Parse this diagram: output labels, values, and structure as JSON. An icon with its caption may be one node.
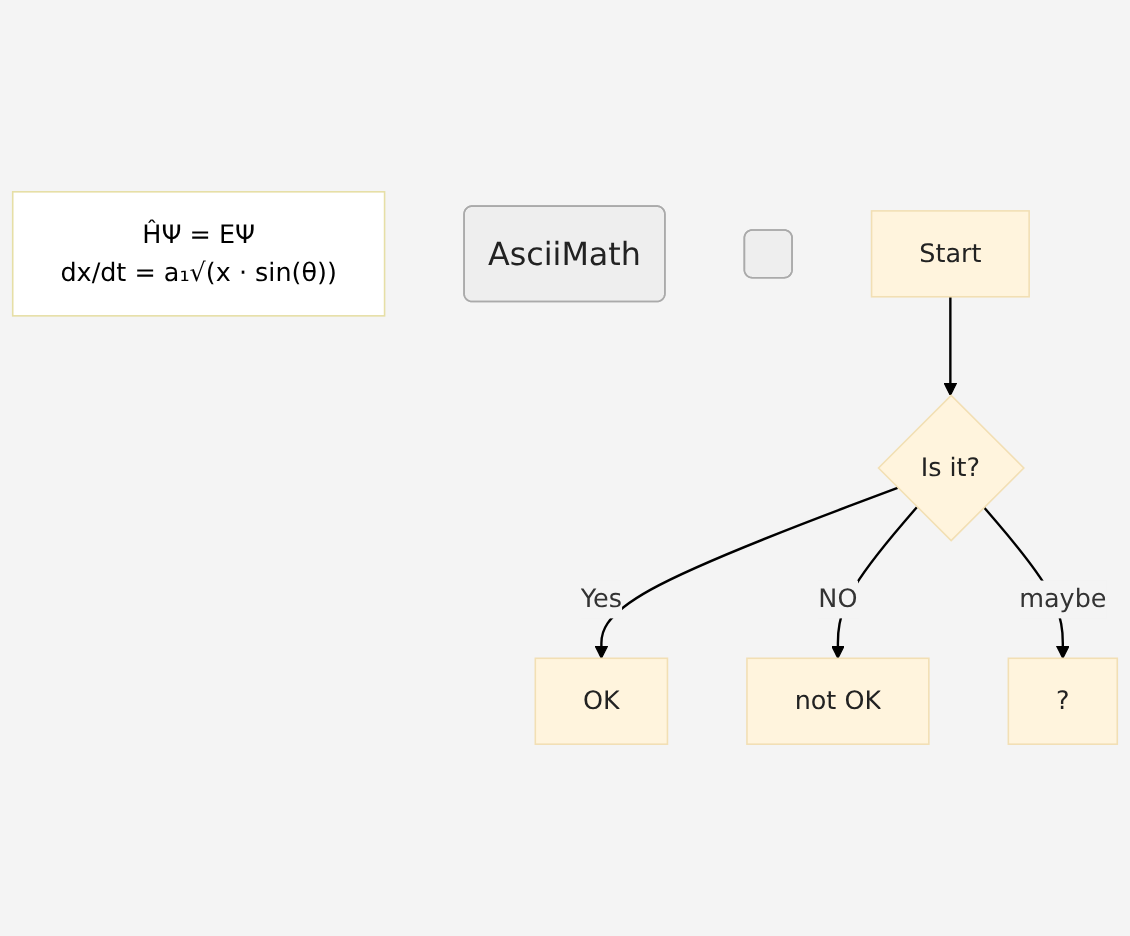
{
  "diagram": {
    "nodes": [
      {
        "text": [
          "ĤΨ = EΨ",
          "dx/dt = a₁√(x · sin(θ))"
        ]
      },
      {
        "text": [
          "AsciiMath"
        ]
      },
      {
        "text": [],
        "shape": "box"
      },
      {
        "text": [
          "Start"
        ]
      },
      {
        "text": [
          "Is it?"
        ]
      },
      {
        "text": [
          "OK"
        ]
      },
      {
        "text": [
          "not OK"
        ]
      },
      {
        "text": [
          "?"
        ]
      }
    ],
    "edges": [
      {
        "from": 3,
        "to": 4,
        "arrow": "to"
      },
      {
        "from": 4,
        "to": 5,
        "label": "Yes",
        "arrow": "to"
      },
      {
        "from": 4,
        "to": 6,
        "label": "NO",
        "arrow": "to"
      },
      {
        "from": 4,
        "to": 7,
        "label": "maybe",
        "arrow": "to"
      }
    ]
  }
}
